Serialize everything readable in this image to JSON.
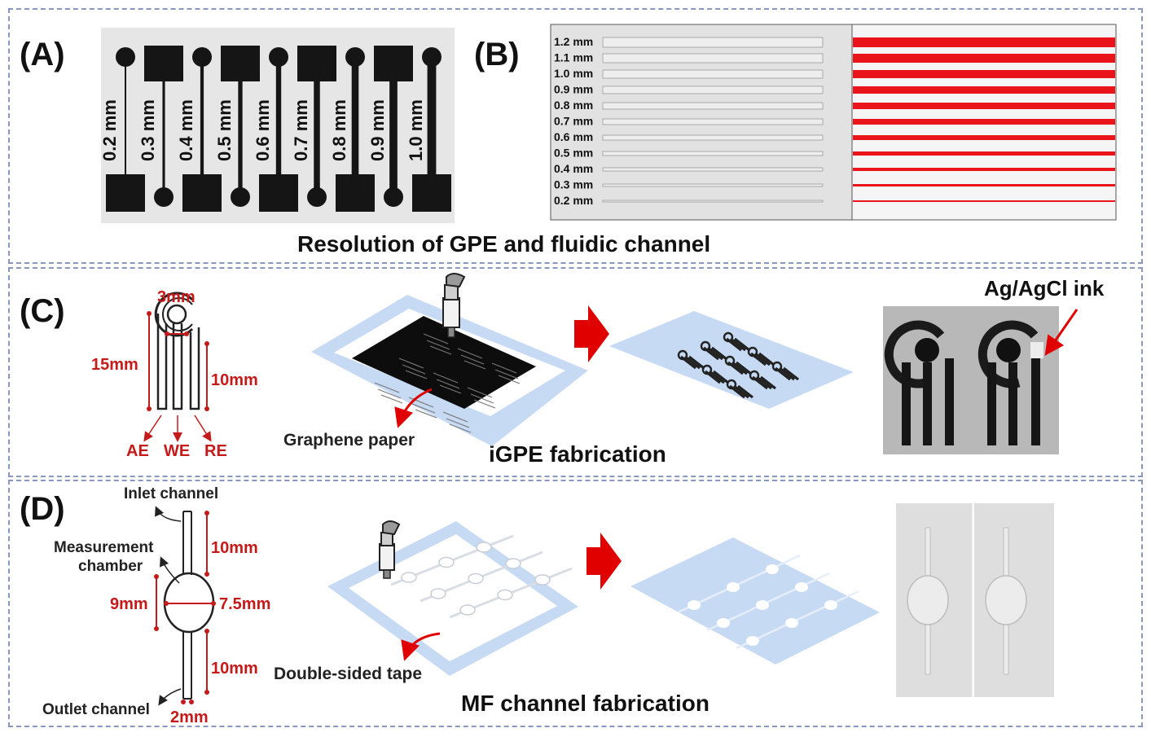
{
  "panels": {
    "A": {
      "label": "(A)",
      "widths": [
        "0.2 mm",
        "0.3 mm",
        "0.4 mm",
        "0.5 mm",
        "0.6 mm",
        "0.7 mm",
        "0.8 mm",
        "0.9 mm",
        "1.0 mm"
      ]
    },
    "B": {
      "label": "(B)",
      "widths": [
        "1.2 mm",
        "1.1 mm",
        "1.0 mm",
        "0.9 mm",
        "0.8 mm",
        "0.7 mm",
        "0.6 mm",
        "0.5 mm",
        "0.4 mm",
        "0.3 mm",
        "0.2 mm"
      ]
    },
    "AB_caption": "Resolution of GPE and fluidic channel",
    "C": {
      "label": "(C)",
      "dims": {
        "ring": "3mm",
        "length": "15mm",
        "lead": "10mm"
      },
      "electrodes": [
        "AE",
        "WE",
        "RE"
      ],
      "material": "Graphene paper",
      "caption": "iGPE fabrication",
      "ink_label": "Ag/AgCl ink"
    },
    "D": {
      "label": "(D)",
      "inlet": "Inlet channel",
      "chamber": [
        "Measurement",
        "chamber"
      ],
      "outlet": "Outlet channel",
      "dims": {
        "inlet_len": "10mm",
        "chamber_h": "9mm",
        "chamber_w": "7.5mm",
        "outlet_len": "10mm",
        "channel_w": "2mm"
      },
      "material": "Double-sided tape",
      "caption": "MF channel fabrication"
    }
  },
  "colors": {
    "dim_red": "#c41a1a",
    "arrow_red": "#e00000",
    "sheet_blue": "#c7daf4",
    "channel_red": "#e8141a",
    "panel_border": "#8a98c0"
  }
}
